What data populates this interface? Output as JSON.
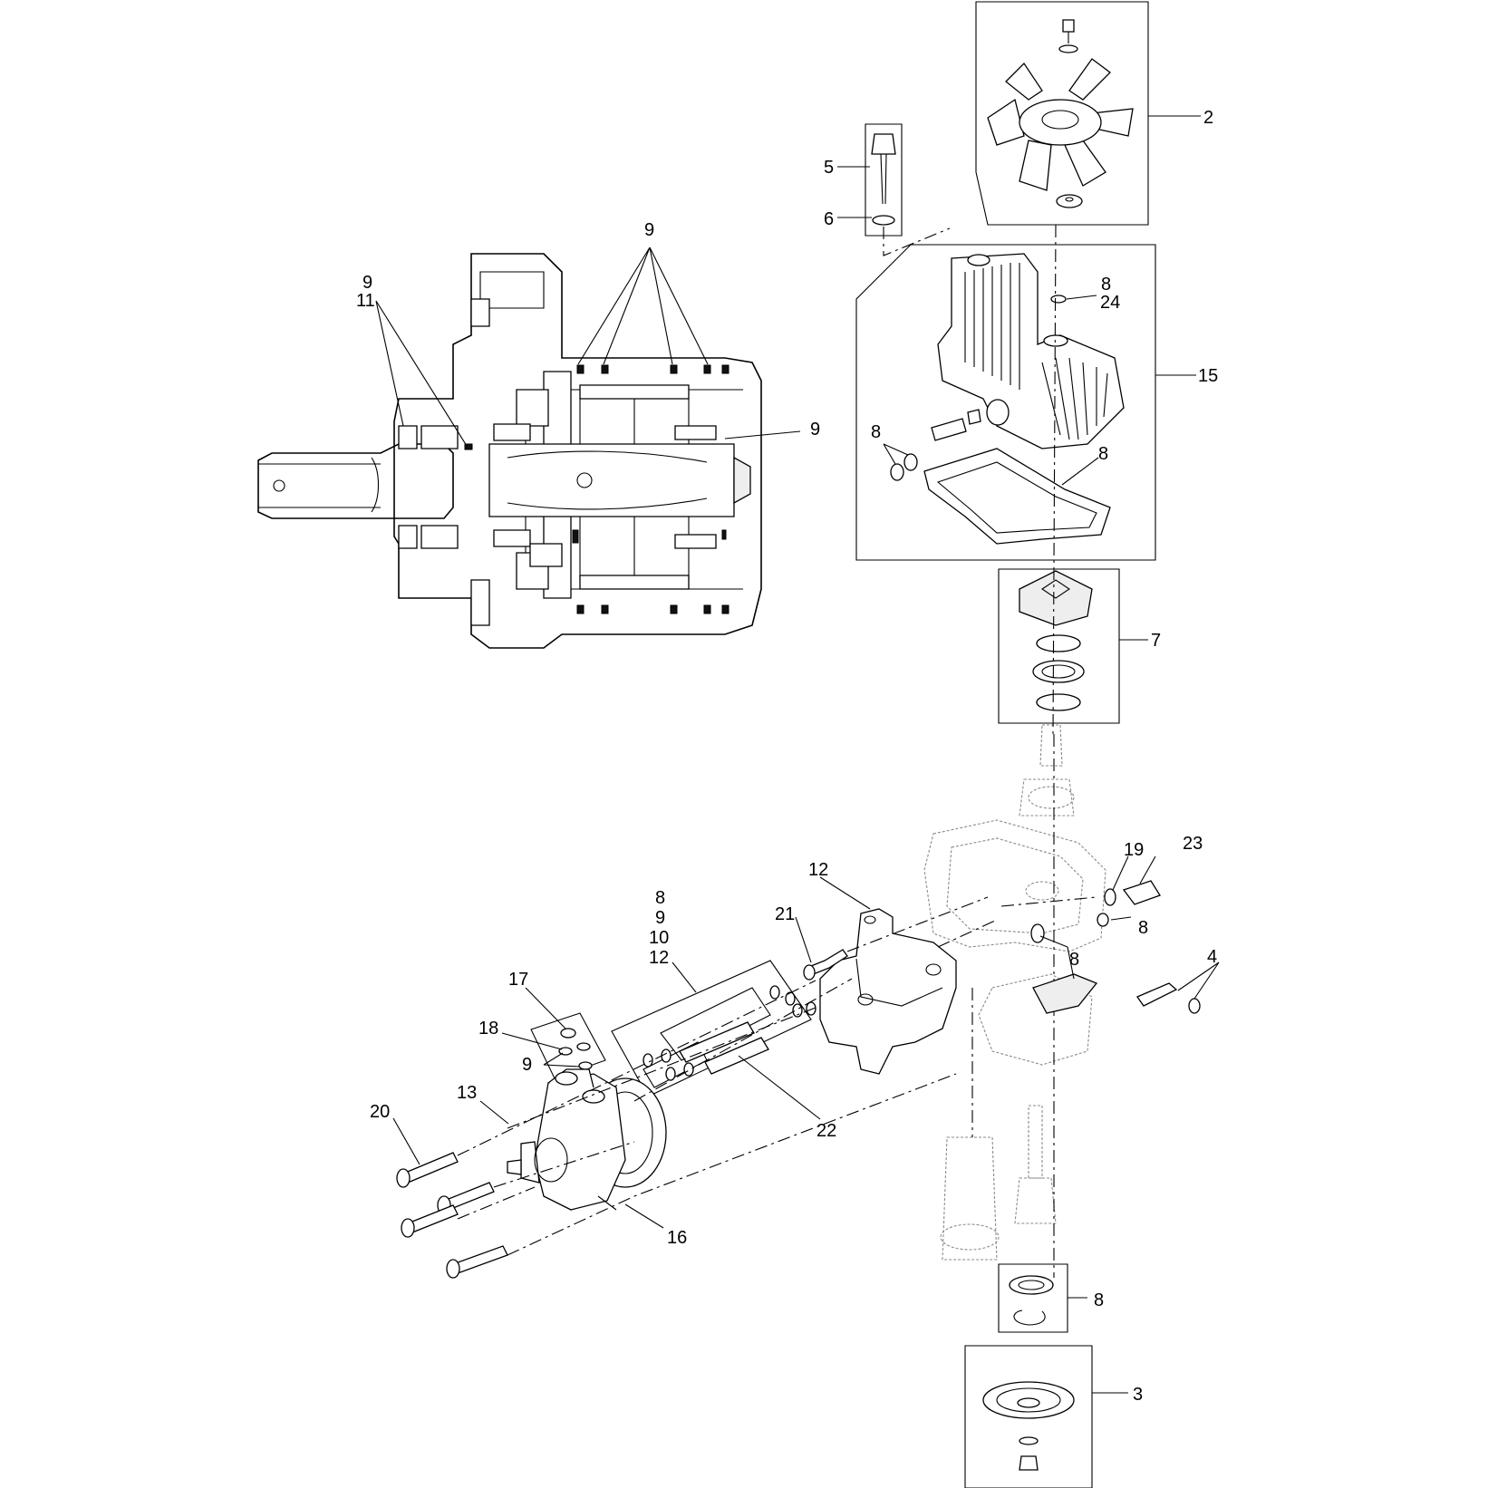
{
  "callouts": {
    "c2": "2",
    "c3": "3",
    "c4": "4",
    "c5": "5",
    "c6": "6",
    "c7": "7",
    "c8_cap": "8",
    "c24": "24",
    "c8_seal": "8",
    "c8_gasket": "8",
    "c8_right": "8",
    "c8_center": "8",
    "c8_bearing": "8",
    "c9_top": "9",
    "c9_left": "9",
    "c11": "11",
    "c9_right": "9",
    "c9_fitting": "9",
    "c12": "12",
    "c15": "15",
    "c16": "16",
    "c13": "13",
    "c17": "17",
    "c18": "18",
    "c19": "19",
    "c20": "20",
    "c21": "21",
    "c22": "22",
    "c23": "23",
    "kit_line1": "8",
    "kit_line2": "9",
    "kit_line3": "10",
    "kit_line4": "12"
  }
}
